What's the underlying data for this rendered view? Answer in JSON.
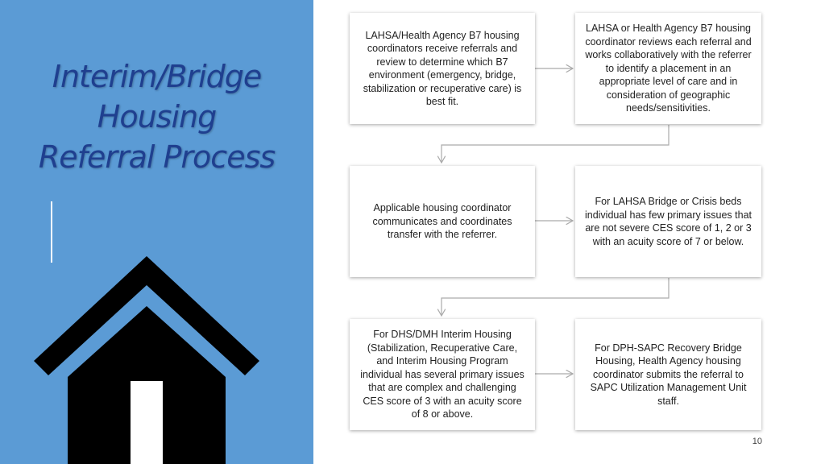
{
  "title_lines": [
    "Interim/Bridge",
    "Housing",
    "Referral Process"
  ],
  "house_icon": "house-icon",
  "colors": {
    "panel": "#5b9bd5",
    "title": "#1f3f8f",
    "house": "#000000"
  },
  "steps": [
    "LAHSA/Health Agency B7 housing coordinators receive referrals and review to determine which B7 environment (emergency, bridge, stabilization or recuperative care) is best fit.",
    "LAHSA or Health Agency B7 housing coordinator reviews each referral and works collaboratively with the referrer to identify a placement in an appropriate level of care and in consideration of geographic needs/sensitivities.",
    "Applicable housing coordinator communicates and coordinates transfer with the referrer.",
    "For LAHSA Bridge or Crisis beds individual has few primary issues that are not severe CES score of 1, 2 or 3 with an acuity score of 7 or below.",
    "For DHS/DMH Interim Housing (Stabilization, Recuperative Care, and Interim Housing Program individual has several primary issues that are complex and challenging CES score of 3 with an acuity score of 8 or above.",
    "For DPH-SAPC Recovery Bridge Housing, Health Agency housing coordinator submits the referral to SAPC Utilization Management Unit staff."
  ],
  "page_number": "10"
}
